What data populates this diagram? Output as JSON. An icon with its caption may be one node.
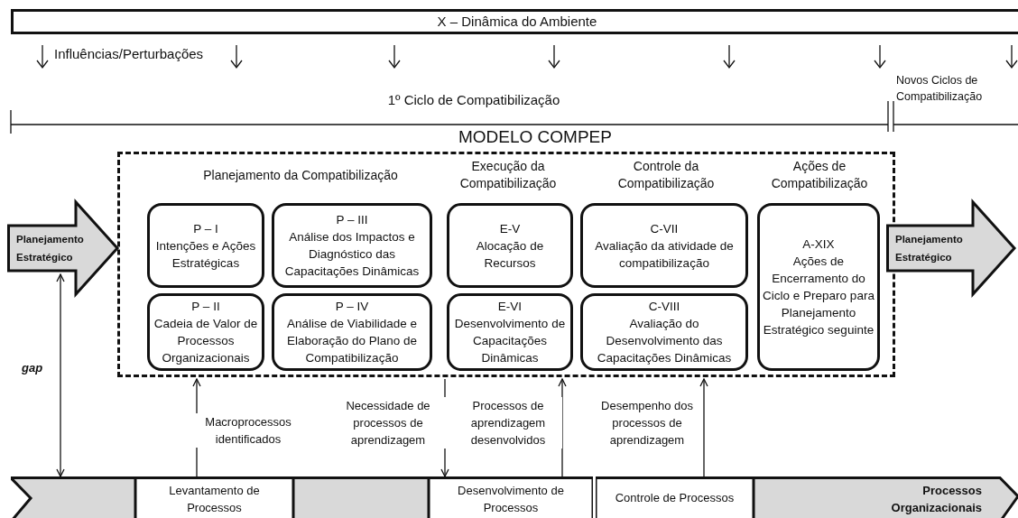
{
  "diagram": {
    "nodes": [
      {
        "text": [
          "X – Dinâmica do Ambiente"
        ]
      },
      {
        "text": [
          "MODELO COMPEP",
          "Planejamento da Compatibilização",
          "Execução da Compatibilização",
          "Controle da Compatibilização",
          "Ações de Compatibilização"
        ]
      },
      {
        "text": [
          "P – I",
          "Intenções e Ações Estratégicas"
        ],
        "in": 1
      },
      {
        "text": [
          "P – III",
          "Análise dos Impactos e Diagnóstico das Capacitações Dinâmicas"
        ],
        "in": 1
      },
      {
        "text": [
          "E-V",
          "Alocação de Recursos"
        ],
        "in": 1
      },
      {
        "text": [
          "C-VII",
          "Avaliação da atividade de compatibilização"
        ],
        "in": 1
      },
      {
        "text": [
          "A-XIX",
          "Ações de Encerramento do Ciclo e Preparo para Planejamento Estratégico seguinte"
        ],
        "in": 1
      },
      {
        "text": [
          "P – II",
          "Cadeia de Valor de Processos Organizacionais"
        ],
        "in": 1
      },
      {
        "text": [
          "P – IV",
          "Análise de Viabilidade e Elaboração do Plano de Compatibilização"
        ],
        "in": 1
      },
      {
        "text": [
          "E-VI",
          "Desenvolvimento de Capacitações Dinâmicas"
        ],
        "in": 1
      },
      {
        "text": [
          "C-VIII",
          "Avaliação do Desenvolvimento das Capacitações Dinâmicas"
        ],
        "in": 1
      },
      {
        "text": [
          "Planejamento Estratégico"
        ]
      },
      {
        "text": [
          "Planejamento Estratégico"
        ]
      },
      {
        "text": [],
        "shape": "box"
      },
      {
        "text": [
          "Levantamento de Processos"
        ]
      },
      {
        "text": [],
        "shape": "box"
      },
      {
        "text": [
          "Desenvolvimento de Processos"
        ]
      },
      {
        "text": [
          "Controle de Processos"
        ]
      },
      {
        "text": [
          "Processos Organizacionais"
        ]
      }
    ],
    "edges": [
      {
        "from": 11,
        "to": 13,
        "arrow": "both",
        "label": "gap"
      },
      {
        "from": 14,
        "to": 1,
        "arrow": "to",
        "label": "Macroprocessos identificados"
      },
      {
        "from": 1,
        "to": 16,
        "arrow": "to",
        "label": "Necessidade de processos de aprendizagem"
      },
      {
        "from": 16,
        "to": 1,
        "arrow": "to",
        "label": "Processos de aprendizagem desenvolvidos"
      },
      {
        "from": 17,
        "to": 1,
        "arrow": "to",
        "label": "Desempenho dos processos de aprendizagem"
      }
    ],
    "labels": [
      "Influências/Perturbações",
      "1º Ciclo de Compatibilização",
      "Novos Ciclos de Compatibilização"
    ]
  }
}
